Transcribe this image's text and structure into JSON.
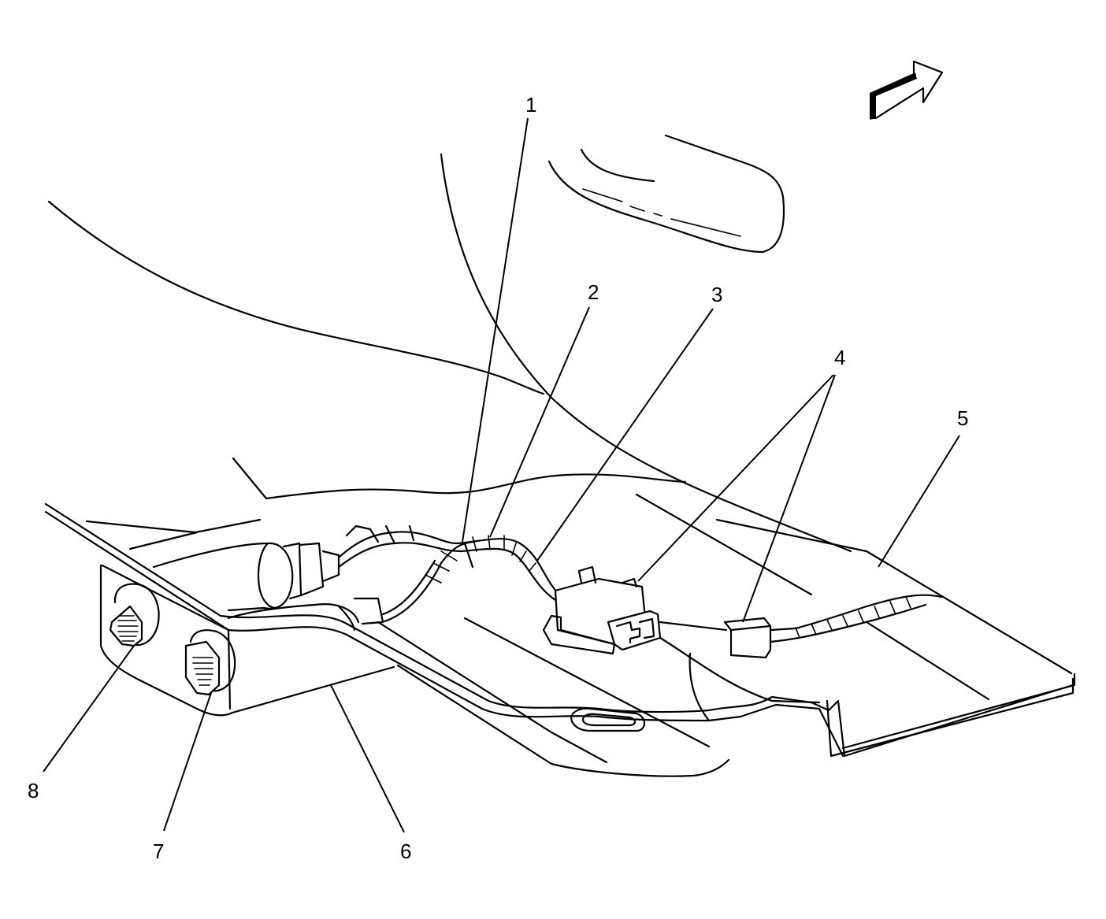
{
  "callouts": [
    {
      "id": "1",
      "label": "1"
    },
    {
      "id": "2",
      "label": "2"
    },
    {
      "id": "3",
      "label": "3"
    },
    {
      "id": "4",
      "label": "4"
    },
    {
      "id": "5",
      "label": "5"
    },
    {
      "id": "6",
      "label": "6"
    },
    {
      "id": "7",
      "label": "7"
    },
    {
      "id": "8",
      "label": "8"
    }
  ],
  "icons": {
    "direction_arrow": "front-direction-arrow-icon"
  },
  "colors": {
    "line": "#000000",
    "background": "#ffffff"
  }
}
